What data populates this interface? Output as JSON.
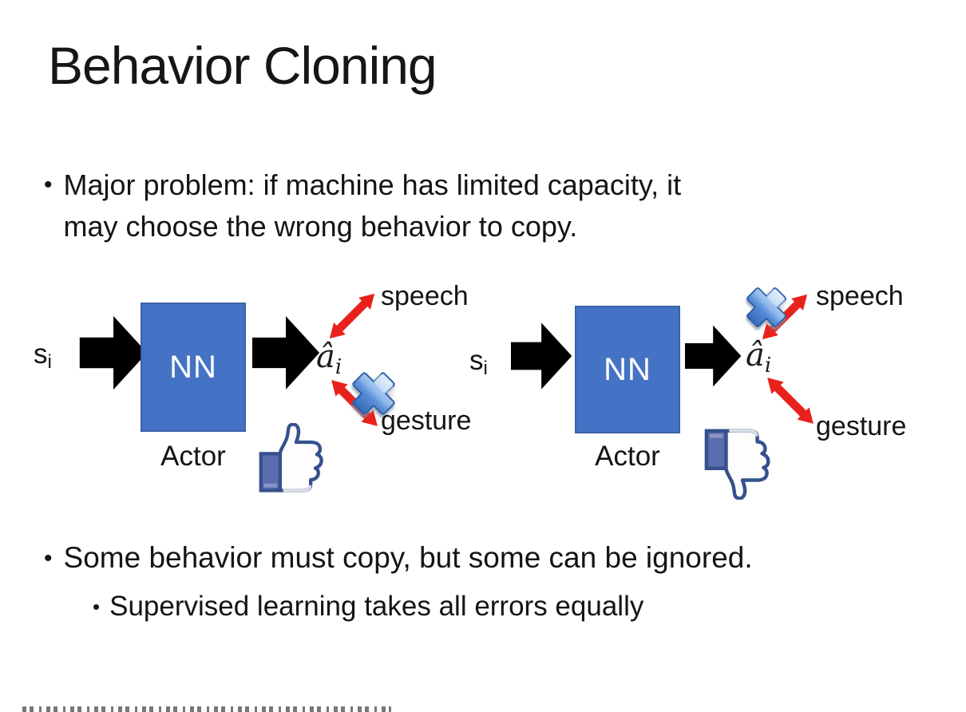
{
  "slide": {
    "title": "Behavior Cloning",
    "bullet1": {
      "marker": "•",
      "lines": [
        "Major problem: if machine has limited capacity, it",
        "may choose the wrong behavior to copy."
      ]
    },
    "bullet2": {
      "marker": "•",
      "text": "Some behavior must copy, but some can be ignored."
    },
    "bullet3": {
      "marker": "•",
      "text": "Supervised learning takes all errors equally"
    }
  },
  "diagram_left": {
    "input_base": "s",
    "input_sub": "i",
    "nn_label": "NN",
    "output_base": "â",
    "output_sub": "i",
    "actor_label": "Actor",
    "speech_label": "speech",
    "gesture_label": "gesture",
    "crossed_out": "gesture",
    "feedback": "thumbs-up"
  },
  "diagram_right": {
    "input_base": "s",
    "input_sub": "i",
    "nn_label": "NN",
    "output_base": "â",
    "output_sub": "i",
    "actor_label": "Actor",
    "speech_label": "speech",
    "gesture_label": "gesture",
    "crossed_out": "speech",
    "feedback": "thumbs-down"
  },
  "colors": {
    "nn_box_fill": "#4472C4",
    "nn_box_border": "#3A62A8",
    "block_arrow": "#000000",
    "relation_arrow_red": "#E8221B",
    "cross_blue": "#4A85D6",
    "thumb_outline": "#35518D",
    "thumb_cuff": "#5B6DAE"
  }
}
